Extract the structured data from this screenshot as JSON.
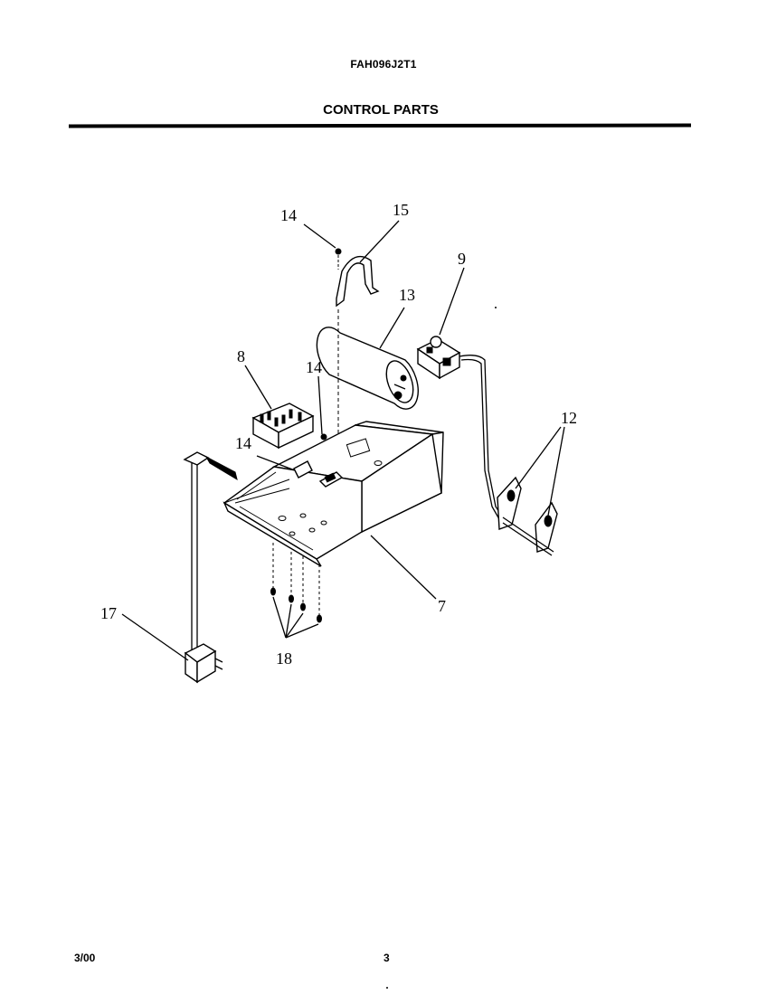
{
  "header": {
    "model": "FAH096J2T1",
    "title": "CONTROL PARTS"
  },
  "footer": {
    "date": "3/00",
    "page": "3"
  },
  "callouts": [
    {
      "id": "c14a",
      "label": "14"
    },
    {
      "id": "c15",
      "label": "15"
    },
    {
      "id": "c13",
      "label": "13"
    },
    {
      "id": "c9",
      "label": "9"
    },
    {
      "id": "c8",
      "label": "8"
    },
    {
      "id": "c14b",
      "label": "14"
    },
    {
      "id": "c14c",
      "label": "14"
    },
    {
      "id": "c12",
      "label": "12"
    },
    {
      "id": "c17",
      "label": "17"
    },
    {
      "id": "c7",
      "label": "7"
    },
    {
      "id": "c18",
      "label": "18"
    }
  ]
}
